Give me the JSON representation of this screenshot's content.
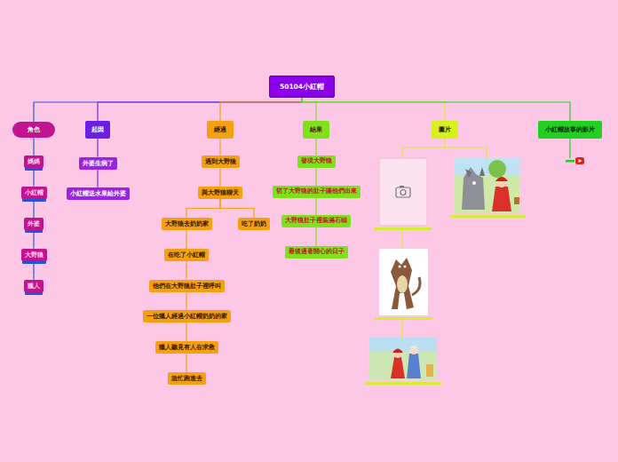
{
  "diagram": {
    "nodes": [
      {
        "text": [
          "50104小紅帽"
        ]
      },
      {
        "text": [
          "角色"
        ]
      },
      {
        "text": [
          "媽媽"
        ]
      },
      {
        "text": [
          "小紅帽"
        ]
      },
      {
        "text": [
          "外婆"
        ]
      },
      {
        "text": [
          "大野狼"
        ]
      },
      {
        "text": [
          "獵人"
        ]
      },
      {
        "text": [
          "起因"
        ]
      },
      {
        "text": [
          "外婆生病了"
        ]
      },
      {
        "text": [
          "小紅帽送水果給外婆"
        ]
      },
      {
        "text": [
          "經過"
        ]
      },
      {
        "text": [
          "遇到大野狼"
        ]
      },
      {
        "text": [
          "與大野狼聊天"
        ]
      },
      {
        "text": [
          "大野狼去奶奶家"
        ]
      },
      {
        "text": [
          "吃了奶奶"
        ]
      },
      {
        "text": [
          "在吃了小紅帽"
        ]
      },
      {
        "text": [
          "他們在大野狼肚子裡呼叫"
        ]
      },
      {
        "text": [
          "一位獵人經過小紅帽奶奶的家"
        ]
      },
      {
        "text": [
          "獵人聽見有人在求救"
        ]
      },
      {
        "text": [
          "急忙跑進去"
        ]
      },
      {
        "text": [
          "結果"
        ]
      },
      {
        "text": [
          "發現大野狼"
        ]
      },
      {
        "text": [
          "切了大野狼的肚子讓他們出來"
        ]
      },
      {
        "text": [
          "大野狼肚子裡裝滿石頭"
        ]
      },
      {
        "text": [
          "最後過著開心的日子"
        ]
      },
      {
        "text": [
          "圖片"
        ]
      },
      {
        "text": [
          "小紅帽故事的影片"
        ]
      }
    ],
    "edges": [
      {
        "from": 0,
        "to": 1,
        "arrow": "none"
      },
      {
        "from": 0,
        "to": 7,
        "arrow": "none"
      },
      {
        "from": 0,
        "to": 10,
        "arrow": "none"
      },
      {
        "from": 0,
        "to": 20,
        "arrow": "none"
      },
      {
        "from": 0,
        "to": 25,
        "arrow": "none"
      },
      {
        "from": 0,
        "to": 26,
        "arrow": "none"
      },
      {
        "from": 1,
        "to": 2,
        "arrow": "none"
      },
      {
        "from": 2,
        "to": 3,
        "arrow": "none"
      },
      {
        "from": 3,
        "to": 4,
        "arrow": "none"
      },
      {
        "from": 4,
        "to": 5,
        "arrow": "none"
      },
      {
        "from": 5,
        "to": 6,
        "arrow": "none"
      },
      {
        "from": 7,
        "to": 8,
        "arrow": "none"
      },
      {
        "from": 8,
        "to": 9,
        "arrow": "none"
      },
      {
        "from": 10,
        "to": 11,
        "arrow": "none"
      },
      {
        "from": 11,
        "to": 12,
        "arrow": "none"
      },
      {
        "from": 12,
        "to": 13,
        "arrow": "none"
      },
      {
        "from": 12,
        "to": 14,
        "arrow": "none"
      },
      {
        "from": 13,
        "to": 15,
        "arrow": "none"
      },
      {
        "from": 15,
        "to": 16,
        "arrow": "none"
      },
      {
        "from": 16,
        "to": 17,
        "arrow": "none"
      },
      {
        "from": 17,
        "to": 18,
        "arrow": "none"
      },
      {
        "from": 18,
        "to": 19,
        "arrow": "none"
      },
      {
        "from": 20,
        "to": 21,
        "arrow": "none"
      },
      {
        "from": 21,
        "to": 22,
        "arrow": "none"
      },
      {
        "from": 22,
        "to": 23,
        "arrow": "none"
      },
      {
        "from": 23,
        "to": 24,
        "arrow": "none"
      }
    ]
  }
}
